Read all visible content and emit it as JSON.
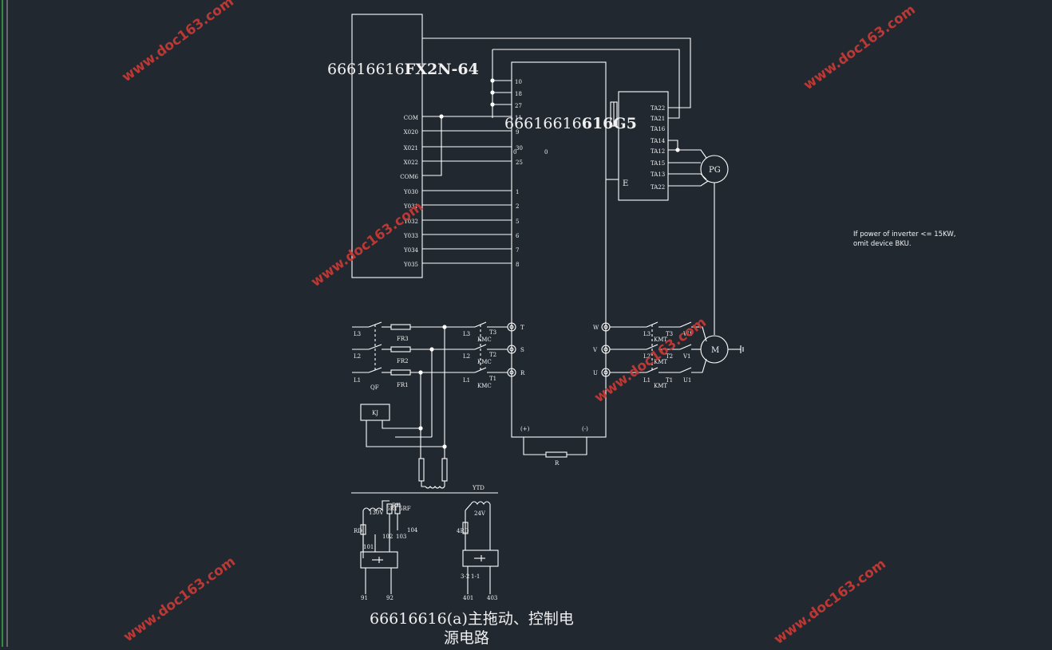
{
  "plc": {
    "title": "FX2N-64",
    "prefix": "66616616",
    "inputs": [
      "COM",
      "X020",
      "X021",
      "X022",
      "COM6"
    ],
    "outputs": [
      "Y030",
      "Y031",
      "Y032",
      "Y033",
      "Y034",
      "Y035"
    ]
  },
  "inverter": {
    "title": "616G5",
    "prefix": "66616616",
    "center_mark": "0",
    "top_terminals": [
      "10",
      "18",
      "27",
      "11"
    ],
    "ctrl_terminals": [
      "9",
      "30",
      "25",
      "1",
      "2",
      "5",
      "6",
      "7",
      "8"
    ],
    "stray_mark": "0",
    "power_in": [
      "T",
      "S",
      "R"
    ],
    "power_out": [
      "W",
      "V",
      "U"
    ],
    "dc_plus": "(+)",
    "dc_minus": "(-)",
    "resistor": "R"
  },
  "pg_card": {
    "terminals": [
      "TA22",
      "TA21",
      "TA16",
      "TA14",
      "TA12",
      "TA15",
      "TA13",
      "TA22"
    ],
    "e_label": "E",
    "motor_pg": "PG"
  },
  "motor": {
    "label": "M"
  },
  "mains": {
    "lines": [
      "L3",
      "L2",
      "L1"
    ],
    "fuses": [
      "FR3",
      "FR2",
      "FR1"
    ],
    "qf": "QF",
    "kj": "KJ"
  },
  "km_in": {
    "lines": [
      "L3",
      "L2",
      "L1"
    ],
    "contacts": [
      "KMC",
      "KMC",
      "KMC"
    ],
    "outs": [
      "T3",
      "T2",
      "T1"
    ]
  },
  "km_out": {
    "lines": [
      "L3",
      "L2",
      "L1"
    ],
    "contacts": [
      "KMT",
      "KMT",
      "KMT"
    ],
    "outs": [
      "T3",
      "T2",
      "T1"
    ],
    "motor": [
      "W1",
      "V1",
      "U1"
    ]
  },
  "control": {
    "tb_label": "YTD",
    "labels": [
      "130V",
      "5RT",
      "RK",
      "5RF",
      "RD",
      "101",
      "102",
      "104",
      "103",
      "24V",
      "4RD",
      "91",
      "92",
      "401",
      "403",
      "3-2",
      "1-1"
    ]
  },
  "note": {
    "line1": "If power of inverter <= 15KW,",
    "line2": "omit device BKU."
  },
  "caption": {
    "line1": "66616616(a)主拖动、控制电",
    "line2": "源电路"
  },
  "watermark": "www.doc163.com",
  "colors": {
    "background": "#212830",
    "lines": "#ffffff",
    "watermark": "#c93a35"
  }
}
